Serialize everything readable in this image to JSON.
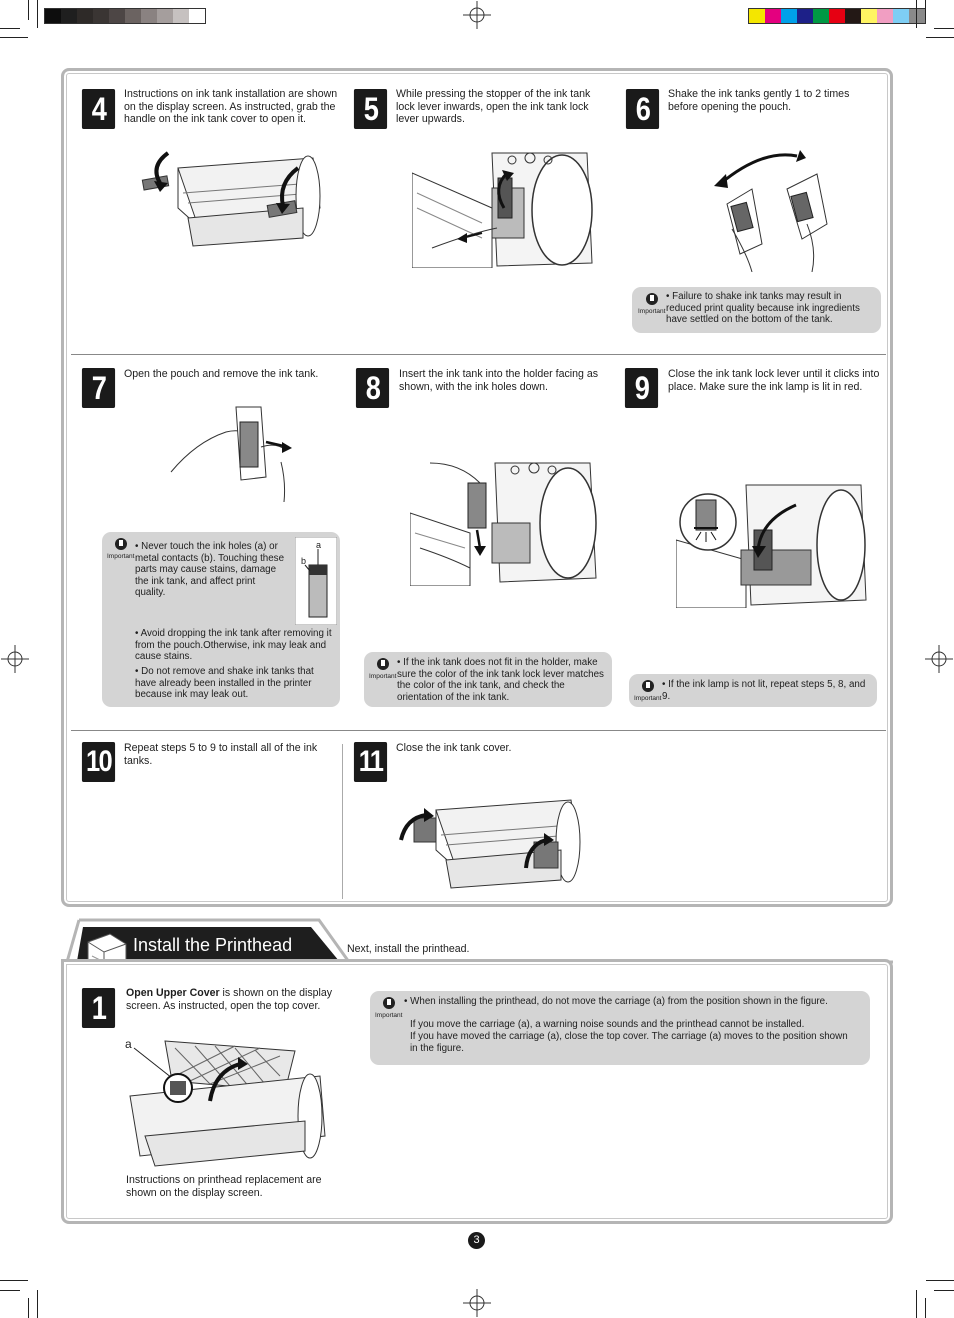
{
  "colors": {
    "grays": [
      "#0d0d0d",
      "#1f1f1f",
      "#2e2a28",
      "#3a3533",
      "#4d4645",
      "#6b6361",
      "#8a8281",
      "#a59e9d",
      "#c6c1c0",
      "#ffffff"
    ],
    "process": [
      "#f4e600",
      "#e4007f",
      "#00a0e9",
      "#1d2088",
      "#009944",
      "#e60012",
      "#231815",
      "#fff462",
      "#f19ec2",
      "#7ecef4",
      "#8a8a8a"
    ],
    "panel_border": "#b5b5b5",
    "important_bg": "#d4d4d4"
  },
  "steps": {
    "s4": {
      "num": "4",
      "text": "Instructions on ink tank installation are shown on the display screen. As instructed, grab the handle on the ink tank cover to open it."
    },
    "s5": {
      "num": "5",
      "text": "While pressing the stopper of the ink tank lock lever inwards, open the ink tank lock lever upwards."
    },
    "s6": {
      "num": "6",
      "text": "Shake the ink tanks gently 1 to 2 times before opening the pouch."
    },
    "s7": {
      "num": "7",
      "text": "Open the pouch and remove the ink tank."
    },
    "s8": {
      "num": "8",
      "text": "Insert the ink tank into the holder facing as shown, with the ink holes down."
    },
    "s9": {
      "num": "9",
      "text": "Close the ink tank lock lever until it clicks into place. Make sure the ink lamp is lit in red."
    },
    "s10": {
      "num": "10",
      "text": "Repeat steps 5 to 9 to install all of the ink tanks."
    },
    "s11": {
      "num": "11",
      "text": "Close the ink tank cover."
    }
  },
  "important_label": "Important",
  "important": {
    "i6": "• Failure to shake ink tanks may result in reduced print quality because ink ingredients have settled on the bottom of the tank.",
    "i7a": "• Never touch the ink holes (a) or metal contacts (b). Touching these parts may cause stains, damage the ink tank, and affect print quality.",
    "i7b": "• Avoid dropping the ink tank after removing it from the pouch.Otherwise, ink may leak and cause stains.",
    "i7c": "• Do not remove and shake ink tanks that have already been installed in the printer because ink may leak out.",
    "i8": "• If the ink tank does not fit in the holder, make sure the color of the ink tank lock lever matches the color of the ink tank, and check the orientation of the ink tank.",
    "i9": "• If the ink lamp is not lit, repeat steps 5, 8, and 9.",
    "ph": "• When installing the printhead, do not move the carriage (a) from the position shown in the figure.",
    "ph2": "If you move the carriage (a), a warning noise sounds and the printhead cannot be installed.",
    "ph3": "If you have moved the carriage (a), close the top cover. The carriage (a) moves to the position shown in the figure."
  },
  "labels": {
    "a": "a",
    "b": "b"
  },
  "printhead": {
    "title": "Install the Printhead",
    "intro": "Next, install the printhead.",
    "step1_num": "1",
    "step1_bold": "Open Upper Cover",
    "step1_rest": " is shown on the display screen. As instructed, open the top cover.",
    "step1_note": "Instructions on printhead replacement are shown on the display screen."
  },
  "page_number": "3"
}
